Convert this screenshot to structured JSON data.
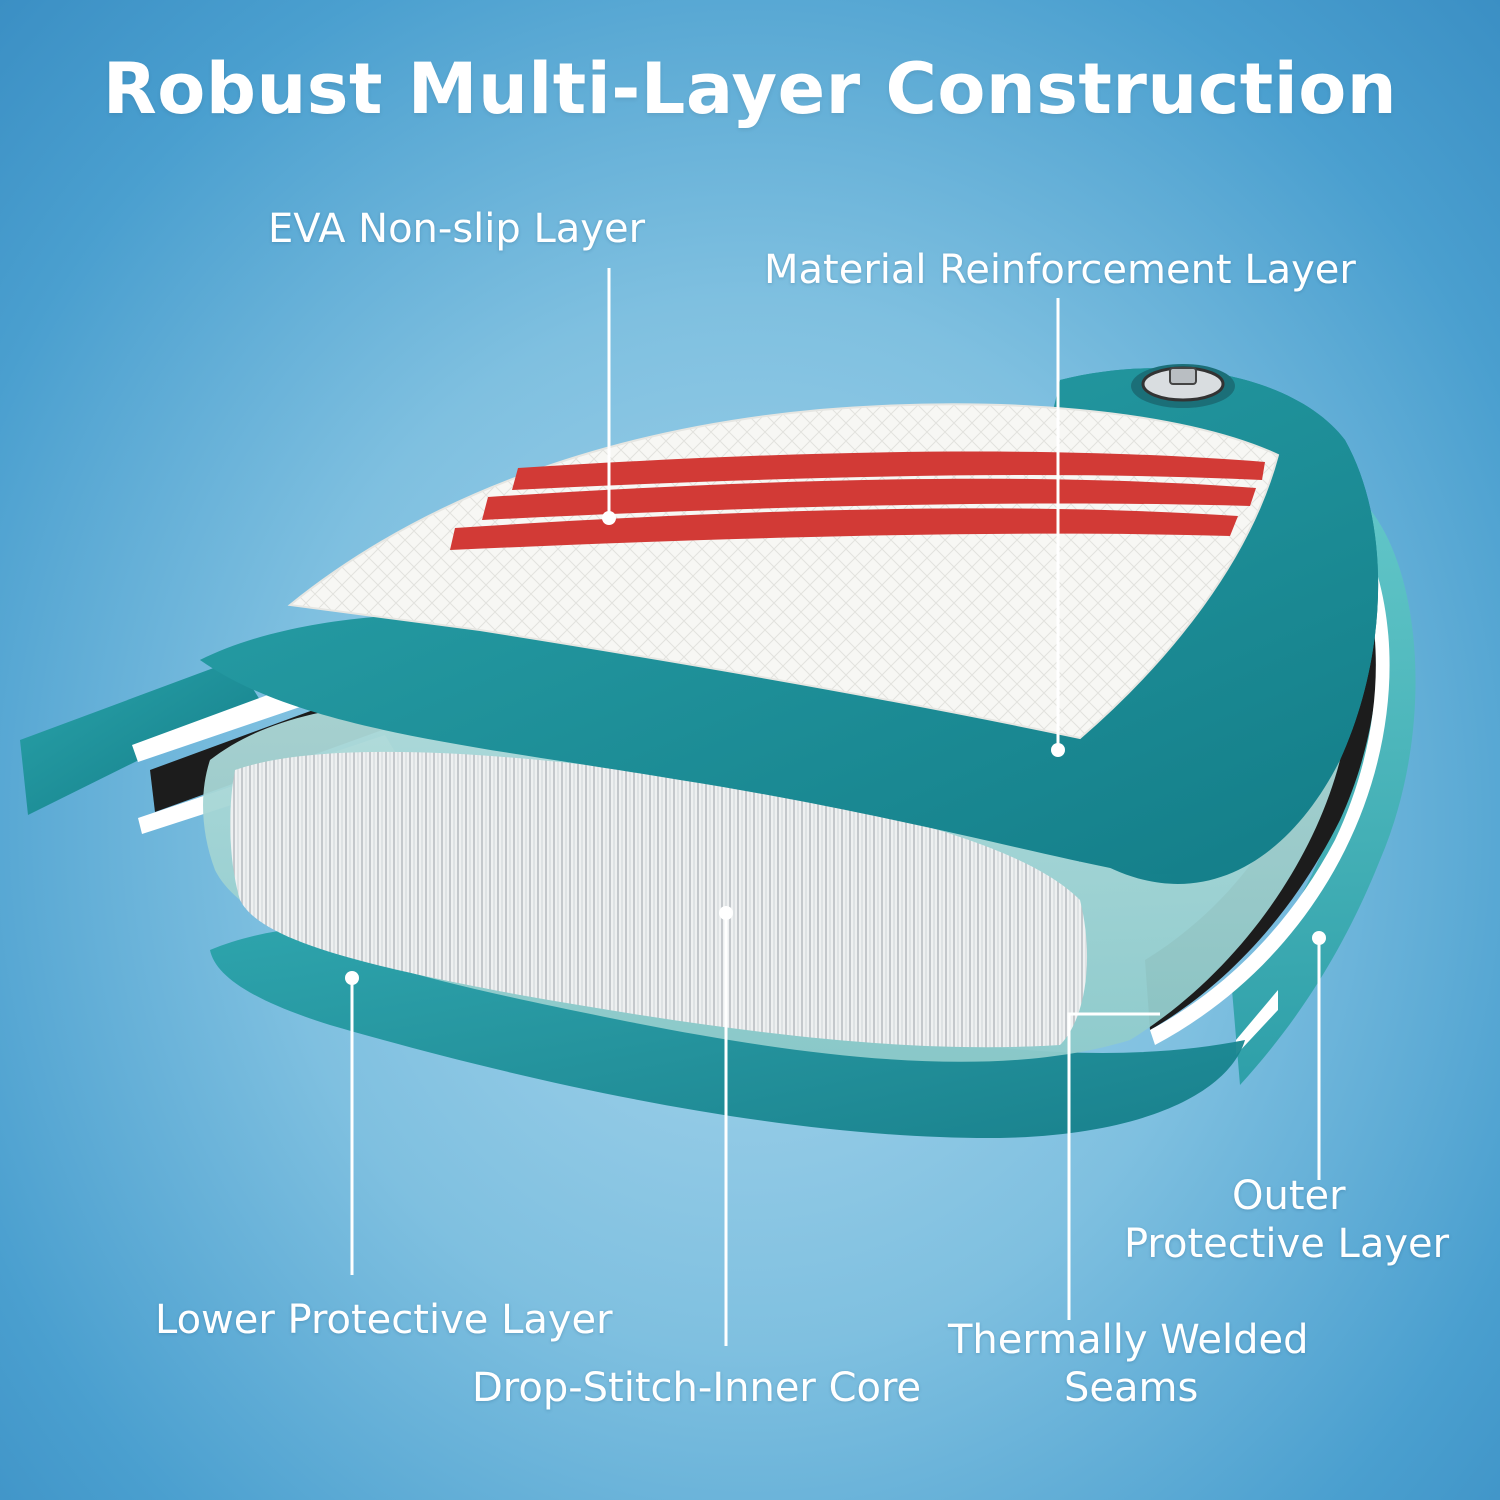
{
  "title": "Robust Multi-Layer Construction",
  "labels": {
    "eva": "EVA Non-slip Layer",
    "reinforcement": "Material Reinforcement Layer",
    "lower": "Lower Protective Layer",
    "core": "Drop-Stitch-Inner Core",
    "seams_line1": "Thermally Welded",
    "seams_line2": "Seams",
    "outer_line1": "Outer",
    "outer_line2": "Protective Layer"
  },
  "colors": {
    "teal": "#1f8f98",
    "teal_light": "#5fc3c4",
    "deck_white": "#f6f6f3",
    "stripe_red": "#d23a36",
    "core_grey": "#d9dde0"
  }
}
